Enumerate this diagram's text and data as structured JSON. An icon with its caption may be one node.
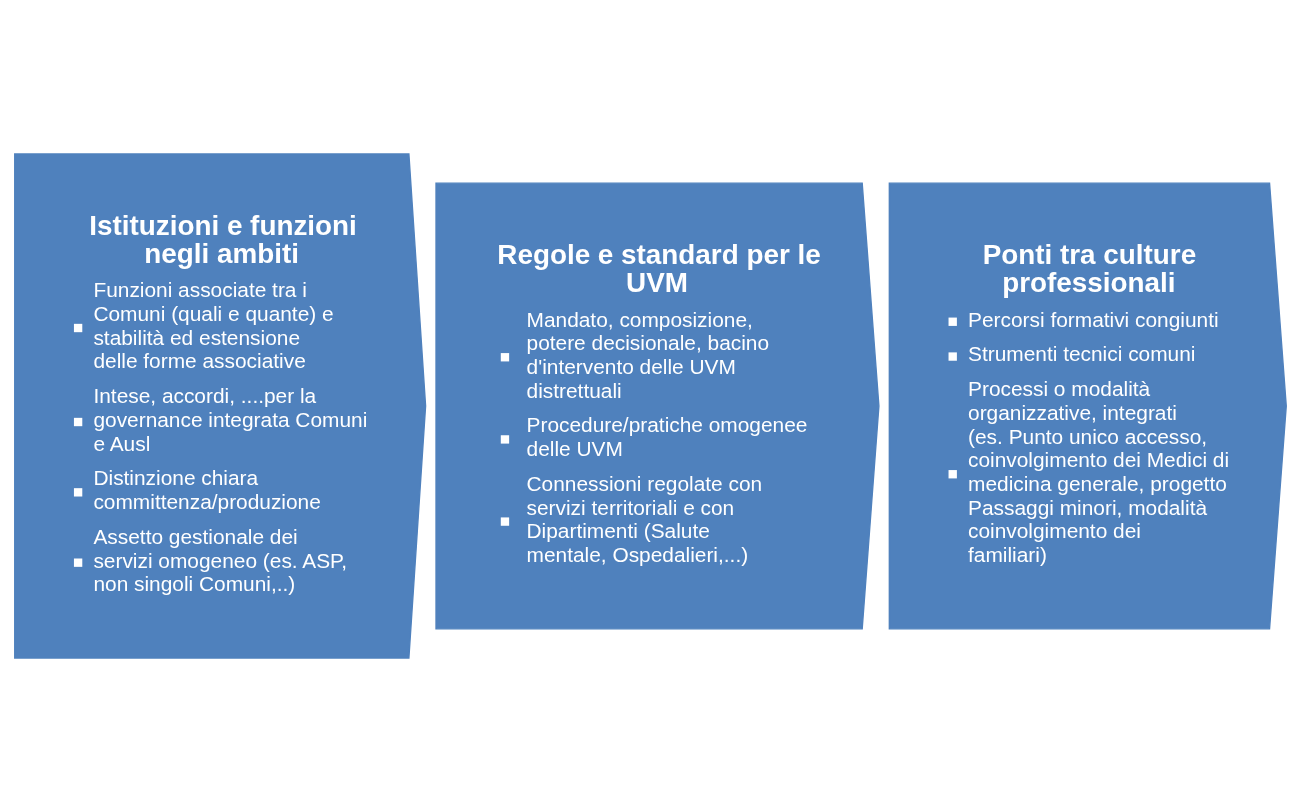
{
  "diagram": {
    "nodes": [
      {
        "text": [
          "Istituzioni e funzioni negli ambiti",
          "Funzioni associate tra i Comuni (quali e quante) e stabilità ed estensione delle forme associative",
          "Intese, accordi, ....per la governance integrata Comuni e Ausl",
          "Distinzione chiara committenza/produzione",
          "Assetto gestionale dei servizi omogeneo (es. ASP, non singoli Comuni,..)"
        ]
      },
      {
        "text": [
          "Regole e standard per le UVM",
          "Mandato, composizione, potere decisionale, bacino d'intervento delle UVM distrettuali",
          "Procedure/pratiche omogenee delle UVM",
          "Connessioni regolate con servizi territoriali e con Dipartimenti (Salute mentale, Ospedalieri,...)"
        ]
      },
      {
        "text": [
          "Ponti tra culture professionali",
          "Percorsi formativi congiunti",
          "Strumenti tecnici comuni",
          "Processi o modalità organizzative, integrati (es. Punto unico accesso, coinvolgimento dei Medici di medicina generale, progetto Passaggi minori, modalità coinvolgimento dei familiari)"
        ]
      }
    ],
    "edges": []
  }
}
